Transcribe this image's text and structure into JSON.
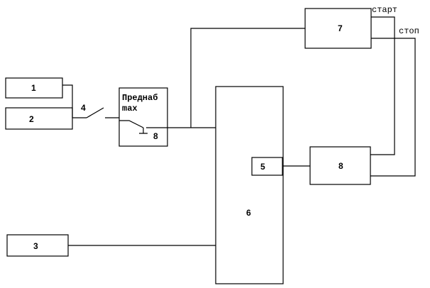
{
  "blocks": {
    "b1": "1",
    "b2": "2",
    "b3": "3",
    "b5": "5",
    "b6": "6",
    "b7": "7",
    "b8": "8"
  },
  "switch_label": "4",
  "limit_switch": {
    "line1": "Преднаб",
    "line2": "max",
    "number": "8"
  },
  "labels": {
    "start": "старт",
    "stop": "стоп"
  }
}
